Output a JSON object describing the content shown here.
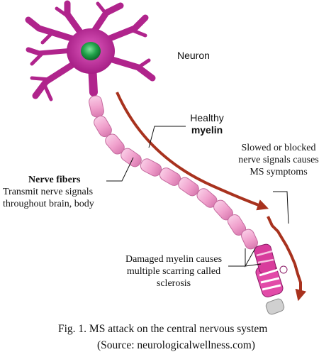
{
  "labels": {
    "neuron": "Neuron",
    "healthy": "Healthy",
    "myelin": "myelin",
    "slowed": [
      "Slowed or blocked",
      "nerve signals causes",
      "MS symptoms"
    ],
    "nerve_fibers_title": "Nerve fibers",
    "nerve_fibers_desc": [
      "Transmit nerve signals",
      "throughout brain, body"
    ],
    "damaged": [
      "Damaged myelin causes",
      "multiple scarring called",
      "sclerosis"
    ]
  },
  "caption": {
    "line1": "Fig. 1.  MS attack on the central nervous system",
    "line2": "(Source: neurologicalwellness.com)"
  },
  "colors": {
    "cell_body": "#b0248c",
    "nucleus": "#22a24a",
    "myelin": "#f2a6cf",
    "myelin_damaged": "#d83c9c",
    "arrow": "#a8321e"
  }
}
